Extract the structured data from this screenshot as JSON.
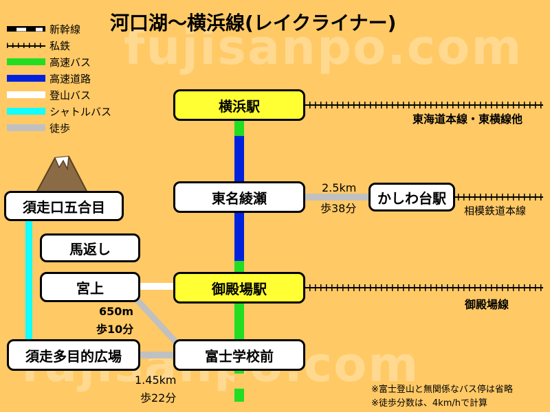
{
  "title": "河口湖～横浜線(レイクライナー)",
  "watermark": "fujisanpo.com",
  "legend": [
    {
      "label": "新幹線",
      "icon": "shinkansen-line-icon"
    },
    {
      "label": "私鉄",
      "icon": "private-railway-icon"
    },
    {
      "label": "高速バス",
      "color": "#22DD22"
    },
    {
      "label": "高速道路",
      "color": "#0022DD"
    },
    {
      "label": "登山バス",
      "color": "#FFFFFF"
    },
    {
      "label": "シャトルバス",
      "color": "#11FFFF"
    },
    {
      "label": "徒歩",
      "color": "#C0C0C0"
    }
  ],
  "stations": {
    "yokohama": "横浜駅",
    "tomei_ayase": "東名綾瀬",
    "kashiwadai": "かしわ台駅",
    "gotemba": "御殿場駅",
    "fuji_gakko": "富士学校前",
    "subashiri_5": "須走口五合目",
    "umagaeshi": "馬返し",
    "miyakami": "宮上",
    "subashiri_tamokuteki": "須走多目的広場"
  },
  "rail_lines": {
    "tokaido": "東海道本線・東横線他",
    "sotetsu": "相模鉄道本線",
    "gotemba": "御殿場線"
  },
  "walks": {
    "ayase_kashiwadai": {
      "distance": "2.5km",
      "time": "歩38分"
    },
    "miyakami_gakko": {
      "distance": "650m",
      "time": "歩10分"
    },
    "gakko_tamokuteki": {
      "distance": "1.45km",
      "time": "歩22分"
    }
  },
  "notes": [
    "※富士登山と無関係なバス停は省略",
    "※徒歩分数は、4km/hで計算"
  ]
}
